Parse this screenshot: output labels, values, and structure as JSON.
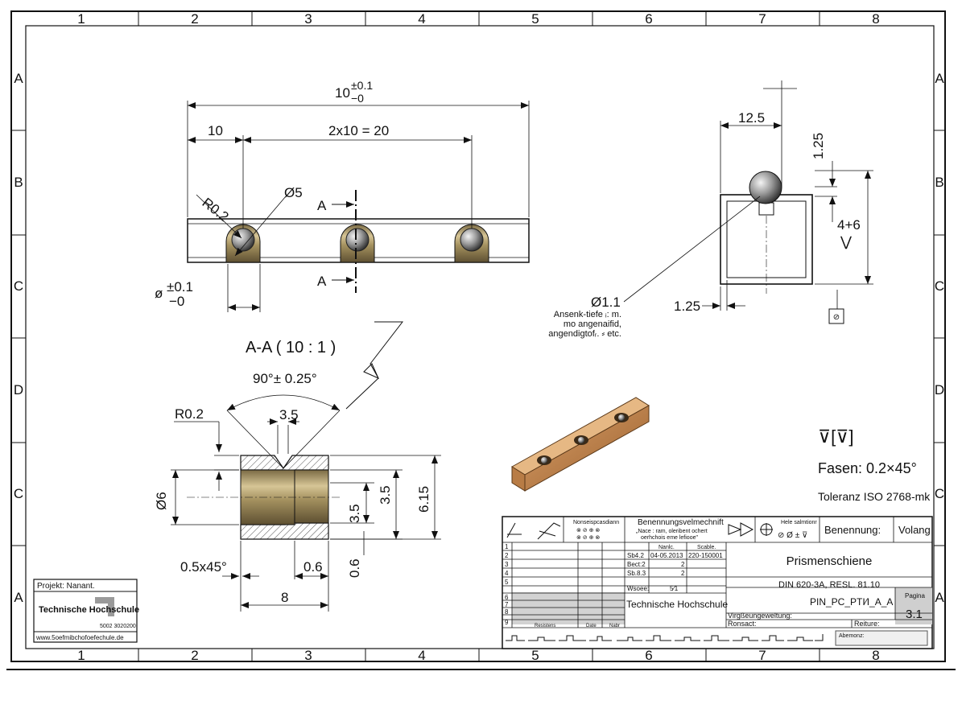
{
  "grid": {
    "columns": [
      "1",
      "2",
      "3",
      "4",
      "5",
      "6",
      "7",
      "8"
    ],
    "rows_left": [
      "A",
      "B",
      "C",
      "D",
      "C",
      "A"
    ],
    "rows_right": [
      "A",
      "B",
      "C",
      "D",
      "C",
      "A"
    ]
  },
  "top_view": {
    "overall_dim_base": "10",
    "overall_dim_tol_upper": "±0.1",
    "overall_dim_tol_lower": "−0",
    "first_pitch": "10",
    "pitch": "2x10 = 20",
    "radius": "R0.2",
    "hole_diameter": "Ø5",
    "section_mark": "A",
    "bottom_dim_prefix": "ø",
    "bottom_dim_tol_upper": "±0.1",
    "bottom_dim_tol_lower": "−0"
  },
  "end_view": {
    "width_dim": "12.5",
    "top_dim": "1.25",
    "height_dim": "4+6",
    "wall_dim": "1.25",
    "ball_dim": "Ø1.1",
    "note_line1": "Ansenk-tiefe ᵢ: m.",
    "note_line2": "mo angenaifid,",
    "note_line3": "angendigtofᵣ. ⸗ etc."
  },
  "section_view": {
    "title": "A-A ( 10 : 1 )",
    "angle": "90°± 0.25°",
    "radius": "R0.2",
    "groove": "3.5",
    "diameter": "Ø6",
    "inner_height": "3.5",
    "outer_height": "3.5",
    "total_height": "6.15",
    "chamfer": "0.5x45°",
    "step_width": "0.6",
    "step_vertical": "0.6",
    "length": "8"
  },
  "notes": {
    "surface_symbols": "⊽[⊽]",
    "chamfers": "Fasen: 0.2×45°",
    "tolerance": "Toleranz ISO 2768-mk"
  },
  "project_box": {
    "project": "Projekt: Nanant.",
    "school": "Technische Hochschule",
    "code": "5002 3020200",
    "web": "www.5oefmibchofoefechule.de"
  },
  "title_block": {
    "col_a_title": "Nonseispcasdiann",
    "col_a_sym1": "⊗ ⊘ ⊕ ⊗",
    "col_a_sym2": "⊗ ⊘ ⊕ ⊗",
    "header_mid": "Benennungsvelmechnift",
    "header_mid_sub1": "„Nace : ram, oleribent ochert",
    "header_mid_sub2": "oerhchois eme lefiooe\"",
    "header_right": "Hele salmtionr",
    "header_right_sym": "⊘ Ø ± ⊽",
    "benennung_label": "Benennung:",
    "benennung_value": "Volang",
    "sub_h1": "Nanlc.",
    "sub_h2": "Scable.",
    "row1": [
      "Sb4.2",
      "04-05.2013",
      "220-150001"
    ],
    "row2": [
      "Bect:2",
      "2",
      ""
    ],
    "row3": [
      "Sb.8.3",
      "2",
      ""
    ],
    "row4": [
      "Wsoee:",
      "5⁄1",
      ""
    ],
    "row_numbers": [
      "1",
      "2",
      "3",
      "4",
      "5",
      "6",
      "7",
      "8",
      "9"
    ],
    "designer": "Technische Hochschule",
    "part_name": "Prismenschiene",
    "standard": "DIN 620-3A, RESL. 81.10",
    "drawing_no": "PIN_PC_PTI⁄I_A_A",
    "sheet_label": "Pagina",
    "sheet_value": "3.1",
    "vers": "Virgßeungeweltung:",
    "ronsact": "Ronsact:",
    "reiture": "Reiture:",
    "abemonz": "Abemonz:",
    "bottom_labels": [
      "Resistens",
      "Date",
      "Nabr"
    ]
  }
}
